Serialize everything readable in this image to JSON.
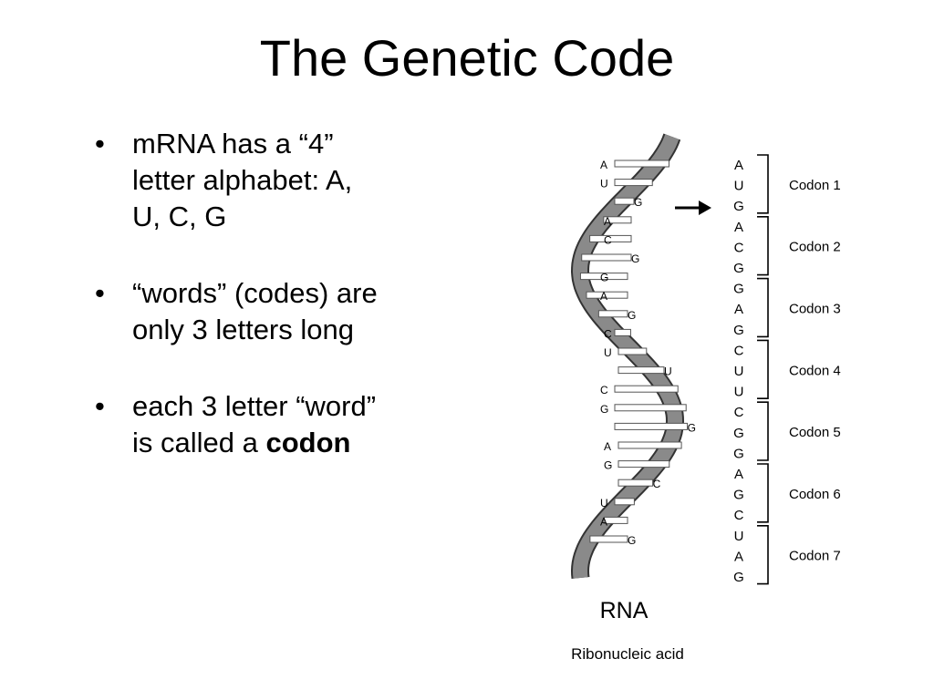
{
  "title": "The Genetic Code",
  "bullets": [
    {
      "text": "mRNA has a “4”\nletter alphabet:  A,\nU, C, G",
      "bold": ""
    },
    {
      "text": "“words” (codes) are\nonly 3 letters long",
      "bold": ""
    },
    {
      "text": "each 3 letter “word”\nis called a ",
      "bold": "codon"
    }
  ],
  "bullet_glyph": "•",
  "diagram": {
    "strand_bases": [
      "A",
      "U",
      "G",
      "A",
      "C",
      "G",
      "G",
      "A",
      "G",
      "C",
      "U",
      "U",
      "C",
      "G",
      "G",
      "A",
      "G",
      "C",
      "U",
      "A",
      "G"
    ],
    "codon_sequence": [
      "A",
      "U",
      "G",
      "A",
      "C",
      "G",
      "G",
      "A",
      "G",
      "C",
      "U",
      "U",
      "C",
      "G",
      "G",
      "A",
      "G",
      "C",
      "U",
      "A",
      "G"
    ],
    "codons": [
      "Codon 1",
      "Codon 2",
      "Codon 3",
      "Codon 4",
      "Codon 5",
      "Codon 6",
      "Codon 7"
    ],
    "molecule_label": "RNA",
    "molecule_caption": "Ribonucleic acid",
    "colors": {
      "backbone": "#8a8a8a",
      "backbone_edge": "#333333",
      "text": "#000000"
    }
  }
}
